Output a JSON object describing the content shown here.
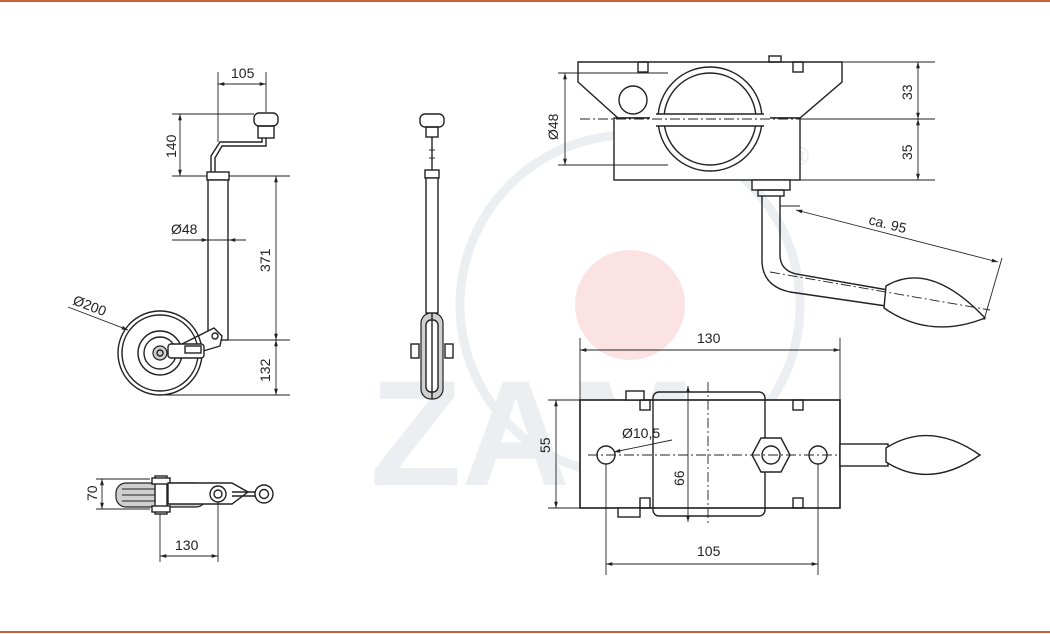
{
  "colors": {
    "frame_line": "#c8643c",
    "drawing": "#222222",
    "watermark": "#e9ecf1",
    "watermark_dot": "#fbe3e3"
  },
  "watermark": {
    "logo_text": "ZAM",
    "registered": "®"
  },
  "dimensions": {
    "side_top_width": "105",
    "side_crank_height": "140",
    "side_tube_dia": "Ø48",
    "side_tube_length": "371",
    "side_wheel_dia": "Ø200",
    "side_wheel_height": "132",
    "bottom_width": "70",
    "bottom_length": "130",
    "clamp_dia": "Ø48",
    "clamp_top": "33",
    "clamp_bottom": "35",
    "handle_len": "ca. 95",
    "plate_length": "130",
    "plate_width": "55",
    "hole_dia": "Ø10,5",
    "hole_spacing_v": "66",
    "hole_spacing_h": "105"
  }
}
